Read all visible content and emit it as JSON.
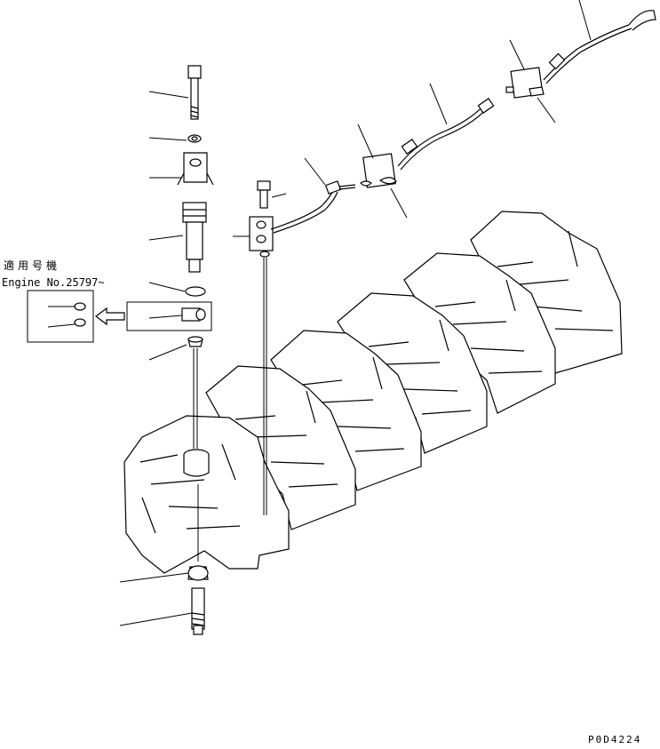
{
  "applicability_note": {
    "jp": "適用号機",
    "engine_no": "Engine No.25797~"
  },
  "drawing_code": "P0D4224"
}
